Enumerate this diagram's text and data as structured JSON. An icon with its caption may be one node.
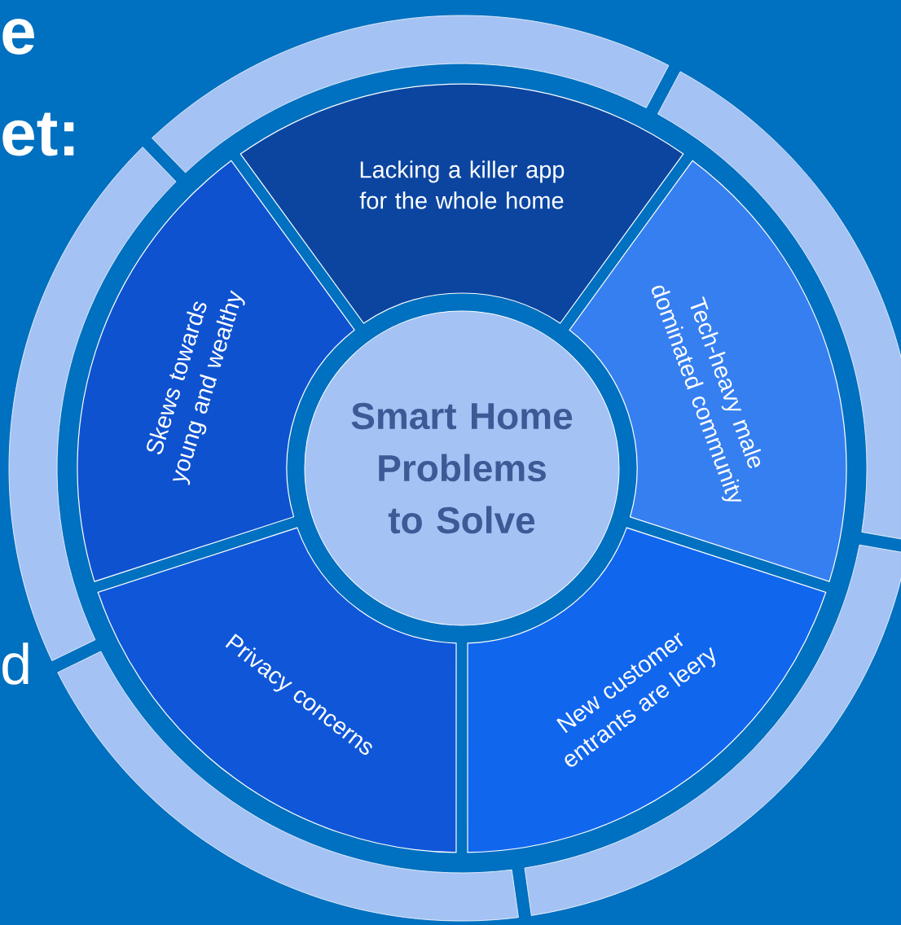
{
  "diagram": {
    "nodes": [
      {
        "text": [
          "Smart Home Problems to Solve"
        ]
      },
      {
        "text": [
          "Lacking a killer app for the whole home"
        ]
      },
      {
        "text": [
          "Tech-heavy male dominated community"
        ]
      },
      {
        "text": [
          "New customer entrants are leery"
        ]
      },
      {
        "text": [
          "Privacy concerns"
        ]
      },
      {
        "text": [
          "Skews towards young and wealthy"
        ]
      }
    ],
    "labels": [
      "e",
      "et:",
      "d"
    ]
  }
}
